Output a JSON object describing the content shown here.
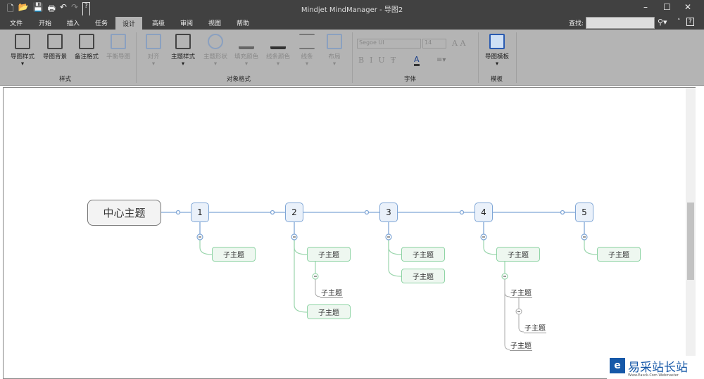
{
  "window": {
    "title": "Mindjet MindManager - 导图2",
    "minimize": "–",
    "maximize": "☐",
    "close": "✕"
  },
  "qat": [
    "🗋",
    "📂",
    "💾",
    "🖶",
    "↶",
    "↷",
    "?"
  ],
  "tabs": [
    "文件",
    "开始",
    "插入",
    "任务",
    "设计",
    "高级",
    "审阅",
    "视图",
    "帮助"
  ],
  "find": {
    "label": "查找:",
    "value": ""
  },
  "ribbon": {
    "styles": [
      "导图样式",
      "导图背景",
      "备注格式",
      "平衡导图"
    ],
    "styles_group": "样式",
    "object": [
      "对齐",
      "主题样式",
      "主题形状",
      "填充颜色",
      "线条颜色",
      "线条",
      "布局"
    ],
    "object_group": "对象格式",
    "font_name": "Segoe UI",
    "font_size": "14",
    "font_group": "字体",
    "template": "导图模板",
    "template_group": "模板"
  },
  "map": {
    "central": "中心主题",
    "topics": [
      "1",
      "2",
      "3",
      "4",
      "5"
    ],
    "subtopic": "子主题"
  },
  "watermark": {
    "name": "易采站长站",
    "sub": "Www.Easck.Com  Webmaster"
  }
}
